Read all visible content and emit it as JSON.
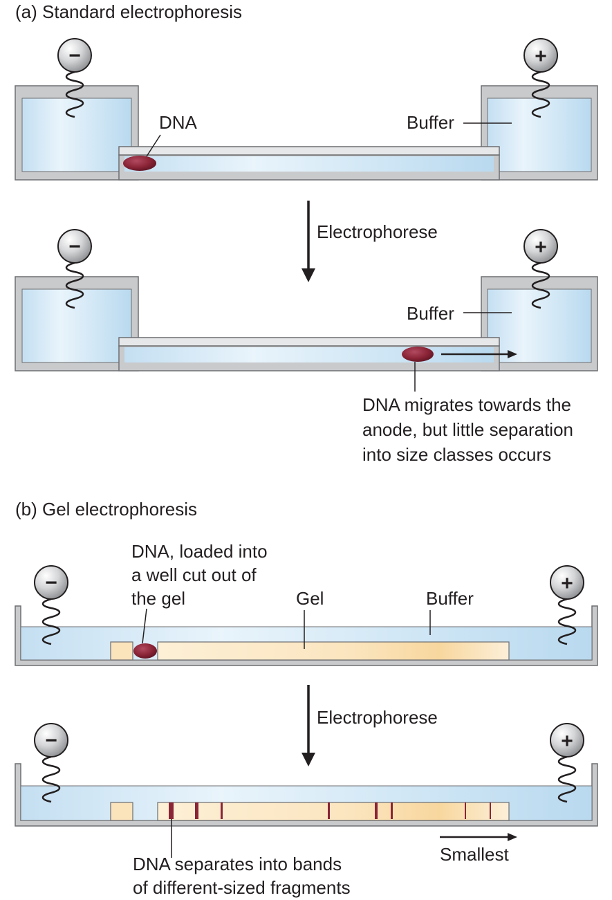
{
  "part_a": {
    "title": "(a) Standard electrophoresis",
    "before": {
      "dna_label": "DNA",
      "buffer_label": "Buffer",
      "cathode_symbol": "−",
      "anode_symbol": "+"
    },
    "step_label": "Electrophorese",
    "after": {
      "buffer_label": "Buffer",
      "cathode_symbol": "−",
      "anode_symbol": "+",
      "note_lines": [
        "DNA migrates towards the",
        "anode, but little separation",
        "into size classes occurs"
      ]
    }
  },
  "part_b": {
    "title": "(b) Gel electrophoresis",
    "before": {
      "dna_label_lines": [
        "DNA, loaded into",
        "a well cut out of",
        "the gel"
      ],
      "gel_label": "Gel",
      "buffer_label": "Buffer",
      "cathode_symbol": "−",
      "anode_symbol": "+"
    },
    "step_label": "Electrophorese",
    "after": {
      "cathode_symbol": "−",
      "anode_symbol": "+",
      "note_lines": [
        "DNA separates into bands",
        "of different-sized fragments"
      ],
      "direction_label": "Smallest"
    }
  },
  "colors": {
    "buffer": "#d6ebf7",
    "gel": "#fbe3bc",
    "dna": "#8a2436",
    "tank": "#a7a9ac"
  }
}
